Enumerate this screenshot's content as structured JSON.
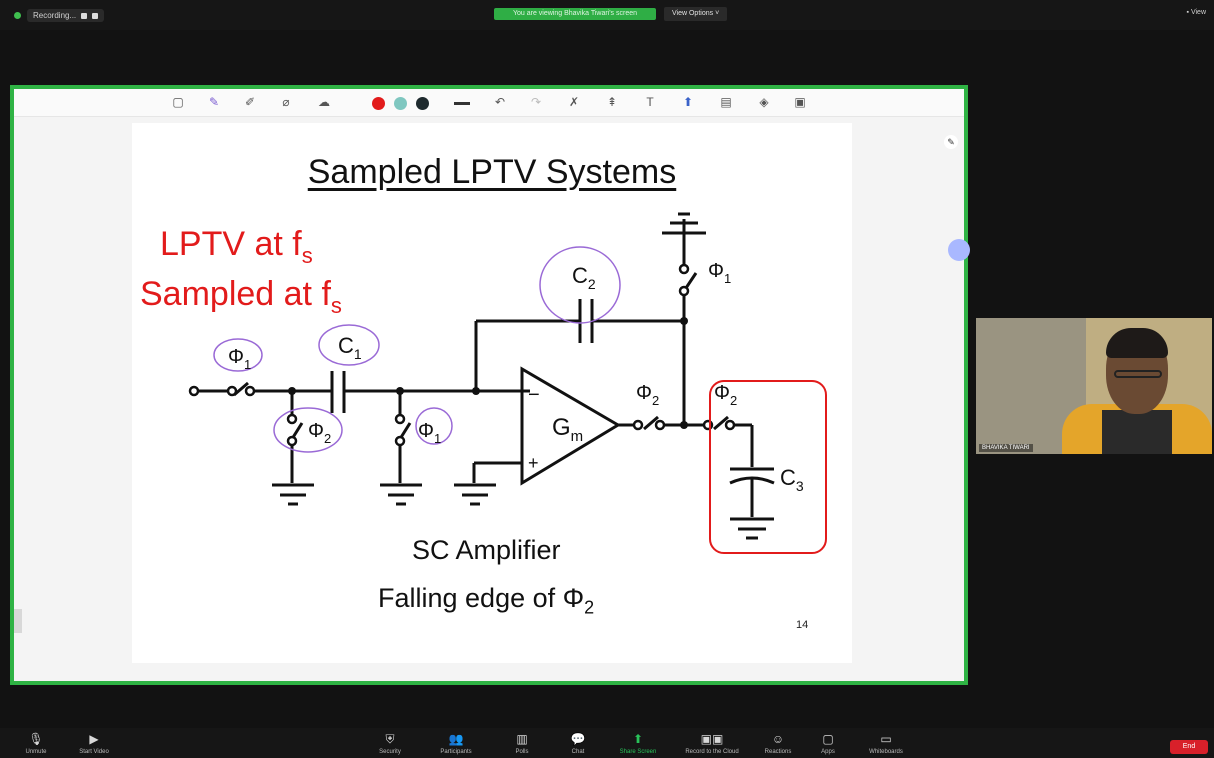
{
  "topbar": {
    "recording_label": "Recording...",
    "share_banner": "You are viewing Bhavika Tiwari's screen",
    "view_options_label": "View Options",
    "view_button_label": "View"
  },
  "annotation_toolbar": {
    "tools": [
      "select-icon",
      "draw-icon",
      "stamp-icon",
      "spotlight-icon",
      "eraser-icon",
      "undo-icon",
      "redo-icon",
      "clear-icon",
      "format-icon",
      "text-icon",
      "save-icon",
      "bucket-icon",
      "delete-icon",
      "pages-icon"
    ],
    "colors": [
      "#e21b1b",
      "#7fc7c0",
      "#1e2a2e"
    ]
  },
  "slide": {
    "title": "Sampled LPTV Systems",
    "red_line1": "LPTV at  f",
    "red_line1_sub": "s",
    "red_line2": "Sampled at f",
    "red_line2_sub": "s",
    "caption1": "SC Amplifier",
    "caption2": "Falling edge of Φ",
    "caption2_sub": "2",
    "page_number": "14",
    "circuit_labels": {
      "phi": "Φ",
      "sub1": "1",
      "sub2": "2",
      "c": "C",
      "c1_sub": "1",
      "c2_sub": "2",
      "c3_sub": "3",
      "g": "G",
      "g_sub": "m",
      "minus": "−",
      "plus": "+"
    }
  },
  "video": {
    "participant_name": "BHAVIKA TIWARI"
  },
  "bottombar": {
    "buttons": [
      {
        "label": "Unmute",
        "icon": "mic-icon"
      },
      {
        "label": "Start Video",
        "icon": "camera-icon"
      },
      {
        "label": "Security",
        "icon": "shield-icon"
      },
      {
        "label": "Participants",
        "icon": "participants-icon"
      },
      {
        "label": "Polls",
        "icon": "polls-icon"
      },
      {
        "label": "Chat",
        "icon": "chat-icon"
      },
      {
        "label": "Share Screen",
        "icon": "share-screen-icon"
      },
      {
        "label": "Record to the Cloud",
        "icon": "record-icon"
      },
      {
        "label": "Reactions",
        "icon": "reactions-icon"
      },
      {
        "label": "Apps",
        "icon": "apps-icon"
      },
      {
        "label": "Whiteboards",
        "icon": "whiteboard-icon"
      }
    ],
    "end_label": "End"
  }
}
